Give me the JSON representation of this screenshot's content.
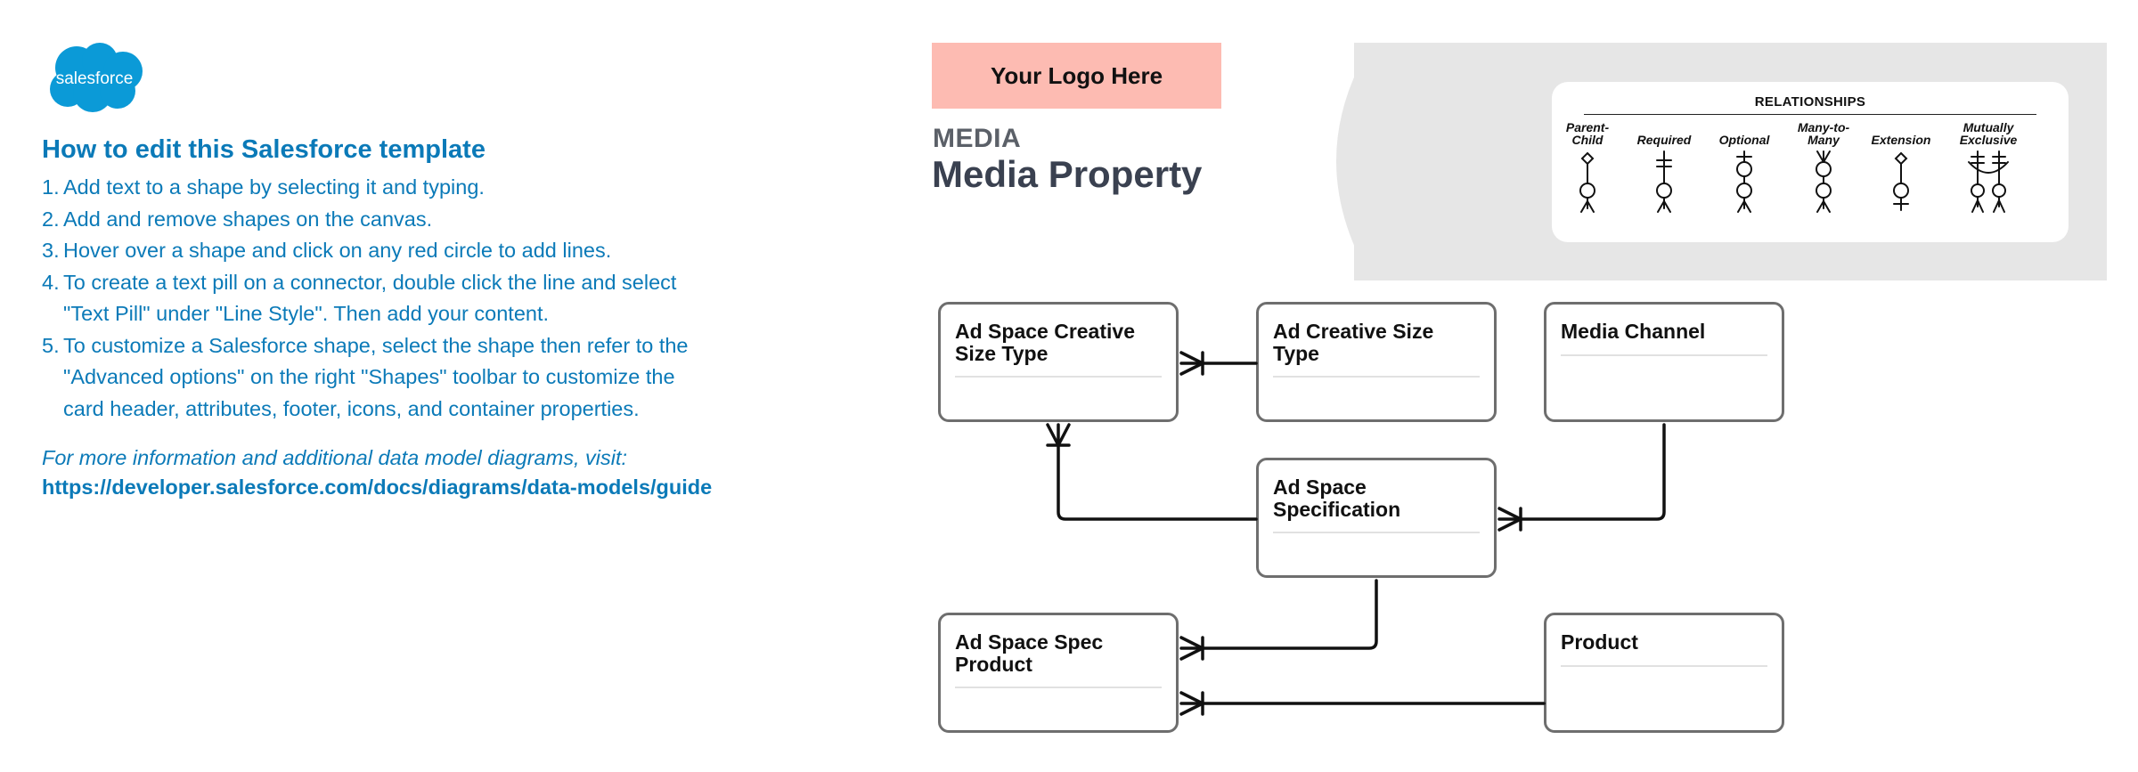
{
  "brand": {
    "logo_text": "salesforce",
    "color": "#0b9ad7"
  },
  "instructions": {
    "title": "How to edit this Salesforce template",
    "steps": [
      {
        "num": "1.",
        "lines": [
          "Add text to a shape by selecting it and typing."
        ]
      },
      {
        "num": "2.",
        "lines": [
          "Add and remove shapes on the canvas."
        ]
      },
      {
        "num": "3.",
        "lines": [
          "Hover over a shape and click on any red circle to add lines."
        ]
      },
      {
        "num": "4.",
        "lines": [
          "To create a text pill on a connector, double click the line and select",
          "\"Text Pill\" under \"Line Style\". Then add your content."
        ]
      },
      {
        "num": "5.",
        "lines": [
          "To customize a Salesforce shape, select the shape then refer to the",
          "\"Advanced options\" on the right \"Shapes\" toolbar to customize the",
          "card header, attributes, footer, icons, and container properties."
        ]
      }
    ],
    "more_info": "For more information and additional data model diagrams, visit:",
    "link": "https://developer.salesforce.com/docs/diagrams/data-models/guide"
  },
  "header": {
    "logo_placeholder": "Your Logo Here",
    "category": "MEDIA",
    "title": "Media Property"
  },
  "legend": {
    "title": "RELATIONSHIPS",
    "items": [
      {
        "key": "parent_child",
        "label_lines": [
          "Parent-",
          "Child"
        ]
      },
      {
        "key": "required",
        "label_lines": [
          "Required"
        ]
      },
      {
        "key": "optional",
        "label_lines": [
          "Optional"
        ]
      },
      {
        "key": "many_to_many",
        "label_lines": [
          "Many-to-",
          "Many"
        ]
      },
      {
        "key": "extension",
        "label_lines": [
          "Extension"
        ]
      },
      {
        "key": "mutually_exclusive",
        "label_lines": [
          "Mutually",
          "Exclusive"
        ]
      }
    ]
  },
  "entities": [
    {
      "id": "ad-space-creative-size-type",
      "name_lines": [
        "Ad Space Creative",
        "Size Type"
      ]
    },
    {
      "id": "ad-creative-size-type",
      "name_lines": [
        "Ad Creative Size",
        "Type"
      ]
    },
    {
      "id": "media-channel",
      "name_lines": [
        "Media Channel"
      ]
    },
    {
      "id": "ad-space-specification",
      "name_lines": [
        "Ad Space",
        "Specification"
      ]
    },
    {
      "id": "ad-space-spec-product",
      "name_lines": [
        "Ad Space Spec",
        "Product"
      ]
    },
    {
      "id": "product",
      "name_lines": [
        "Product"
      ]
    }
  ],
  "relationships": [
    {
      "from": "ad-creative-size-type",
      "to": "ad-space-creative-size-type",
      "type": "one-to-many"
    },
    {
      "from": "ad-space-specification",
      "to": "ad-space-creative-size-type",
      "type": "one-to-many"
    },
    {
      "from": "media-channel",
      "to": "ad-space-specification",
      "type": "one-to-many"
    },
    {
      "from": "ad-space-specification",
      "to": "ad-space-spec-product",
      "type": "one-to-many"
    },
    {
      "from": "product",
      "to": "ad-space-spec-product",
      "type": "one-to-many"
    }
  ]
}
